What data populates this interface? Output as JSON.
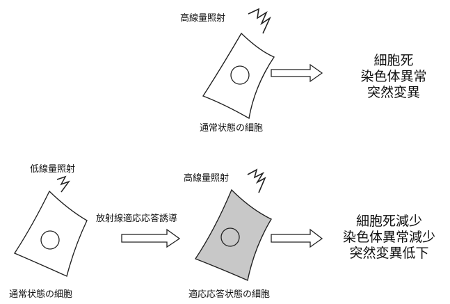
{
  "top": {
    "radiation_label": "高線量照射",
    "cell_label": "通常状態の細胞",
    "outcome_lines": [
      "細胞死",
      "染色体異常",
      "突然変異"
    ]
  },
  "bottom": {
    "low_dose_label": "低線量照射",
    "left_cell_label": "通常状態の細胞",
    "induction_label": "放射線適応応答誘導",
    "high_dose_label": "高線量照射",
    "adapted_cell_label": "適応応答状態の細胞",
    "outcome_lines": [
      "細胞死減少",
      "染色体異常減少",
      "突然変異低下"
    ]
  },
  "colors": {
    "adapted_cell_fill": "#c8c8c8",
    "normal_cell_fill": "#ffffff",
    "stroke": "#222222"
  }
}
